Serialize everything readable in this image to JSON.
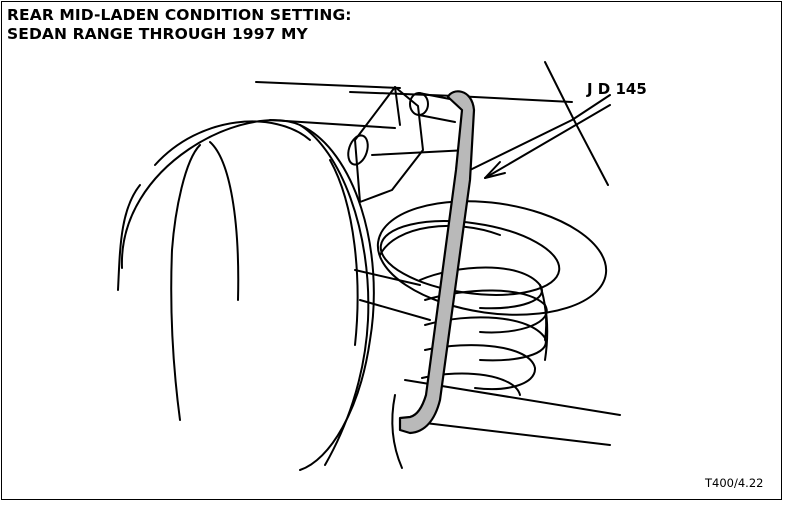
{
  "title": {
    "line1": "REAR MID-LADEN CONDITION SETTING:",
    "line2": "SEDAN RANGE THROUGH 1997 MY"
  },
  "callout": {
    "tool_label": "J D 145"
  },
  "figure_ref": "T400/4.22"
}
